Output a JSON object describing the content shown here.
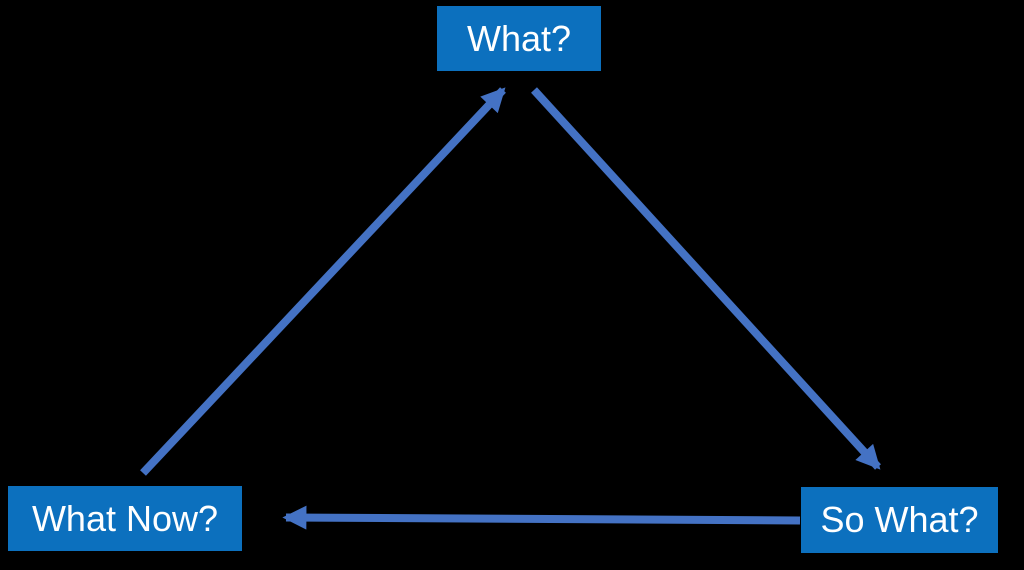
{
  "diagram": {
    "nodes": [
      {
        "id": "what",
        "label": "What?"
      },
      {
        "id": "so-what",
        "label": "So What?"
      },
      {
        "id": "what-now",
        "label": "What Now?"
      }
    ],
    "edges": [
      {
        "from": "what",
        "to": "so-what"
      },
      {
        "from": "so-what",
        "to": "what-now"
      },
      {
        "from": "what-now",
        "to": "what"
      }
    ]
  },
  "colors": {
    "background": "#000000",
    "box_fill": "#0C70BE",
    "box_text": "#FFFFFF",
    "arrow": "#4472C4"
  }
}
